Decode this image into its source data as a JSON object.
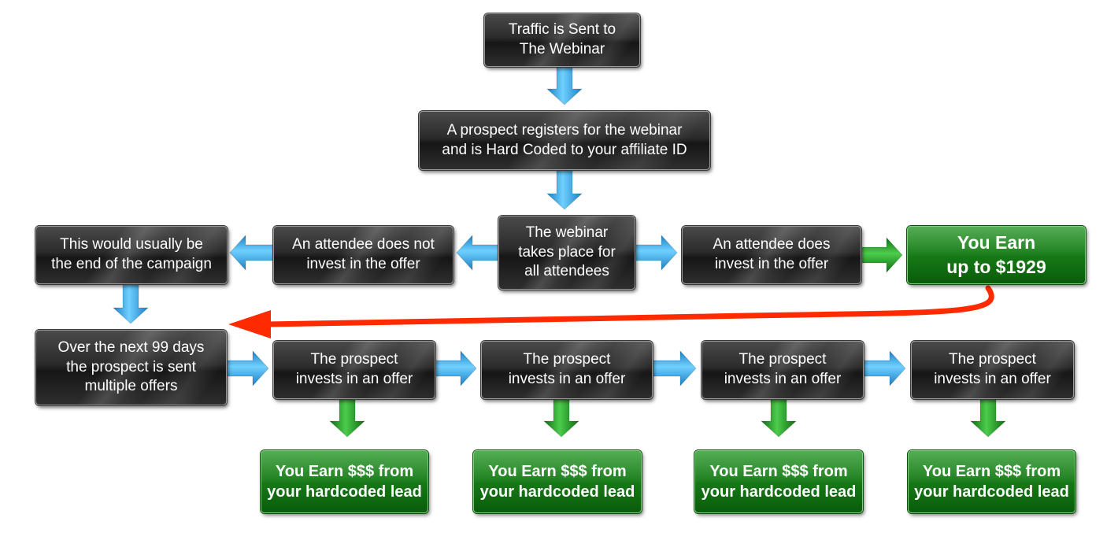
{
  "boxes": {
    "traffic": "Traffic is Sent to\nThe Webinar",
    "registers": "A prospect registers for the webinar\nand is Hard Coded to your affiliate ID",
    "webinar": "The webinar\ntakes place for\nall attendees",
    "not_invest": "An attendee does not\ninvest in the offer",
    "end_campaign": "This would usually be\nthe end of the campaign",
    "does_invest": "An attendee does\ninvest in the offer",
    "you_earn_main": "You Earn\nup to $1929",
    "over_99_days": "Over the next 99 days\nthe prospect is sent\nmultiple offers",
    "prospect_invests": [
      "The prospect\ninvests in an offer",
      "The prospect\ninvests in an offer",
      "The prospect\ninvests in an offer",
      "The prospect\ninvests in an offer"
    ],
    "earn_hardcoded": [
      "You Earn $$$ from\nyour hardcoded lead",
      "You Earn $$$ from\nyour hardcoded lead",
      "You Earn $$$ from\nyour hardcoded lead",
      "You Earn $$$ from\nyour hardcoded lead"
    ]
  },
  "colors": {
    "blue_arrow": "#2f9fe0",
    "green_arrow": "#1f9a1f",
    "red_arrow": "#ff2a00"
  }
}
